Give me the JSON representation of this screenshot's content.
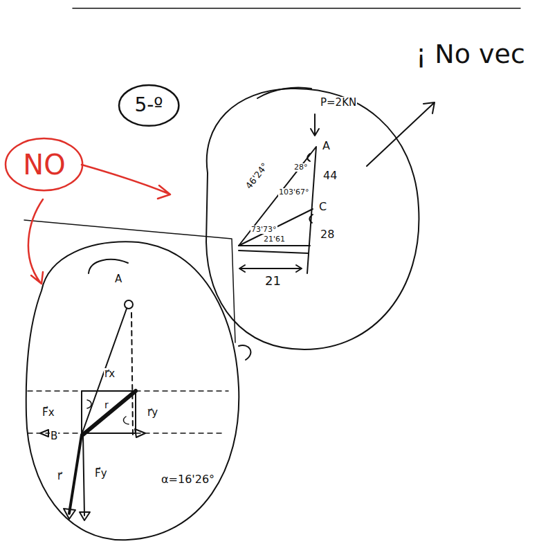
{
  "diagram": {
    "nodes": [
      {
        "text": [
          "5-º"
        ]
      },
      {
        "text": [
          "NO"
        ]
      }
    ],
    "labels": [
      "¡ No vec",
      "P=2KN",
      "A",
      "44",
      "C",
      "28",
      "21",
      "46'24°",
      "28°",
      "103'67°",
      "73'73°",
      "21'61",
      "A",
      "r⃗x",
      "r",
      "r⃗y",
      "F⃗x",
      "B",
      "r⃗",
      "F⃗y",
      "α=16'26°"
    ]
  }
}
